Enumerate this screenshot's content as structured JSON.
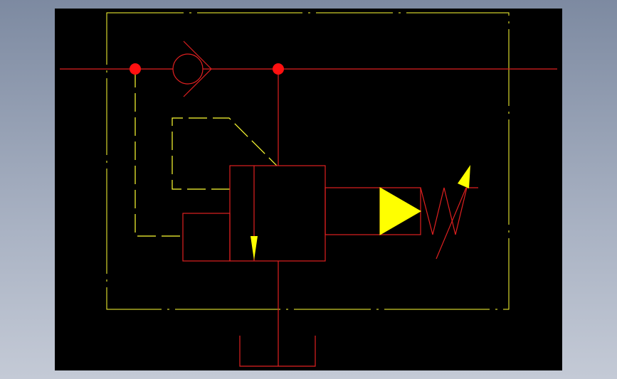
{
  "colors": {
    "canvas_background": "#000000",
    "page_background": "#a0aabb",
    "hydraulic_line": "#e02020",
    "pilot_line": "#ffff33",
    "node_marker": "#ff1010",
    "indicator_fill": "#ffff00"
  },
  "symbols": [
    {
      "name": "enclosure-boundary",
      "style": "dash-dot"
    },
    {
      "name": "main-pressure-line",
      "style": "solid"
    },
    {
      "name": "check-valve",
      "style": "solid"
    },
    {
      "name": "junction-node-left",
      "style": "marker"
    },
    {
      "name": "junction-node-right",
      "style": "marker"
    },
    {
      "name": "pilot-line-left",
      "style": "dashed"
    },
    {
      "name": "pilot-line-upper",
      "style": "dashed"
    },
    {
      "name": "valve-body",
      "style": "solid"
    },
    {
      "name": "flow-arrow",
      "style": "filled"
    },
    {
      "name": "pilot-actuator",
      "style": "solid"
    },
    {
      "name": "solenoid-actuator",
      "style": "filled"
    },
    {
      "name": "adjustable-spring",
      "style": "solid"
    },
    {
      "name": "tank-reservoir",
      "style": "solid"
    }
  ]
}
